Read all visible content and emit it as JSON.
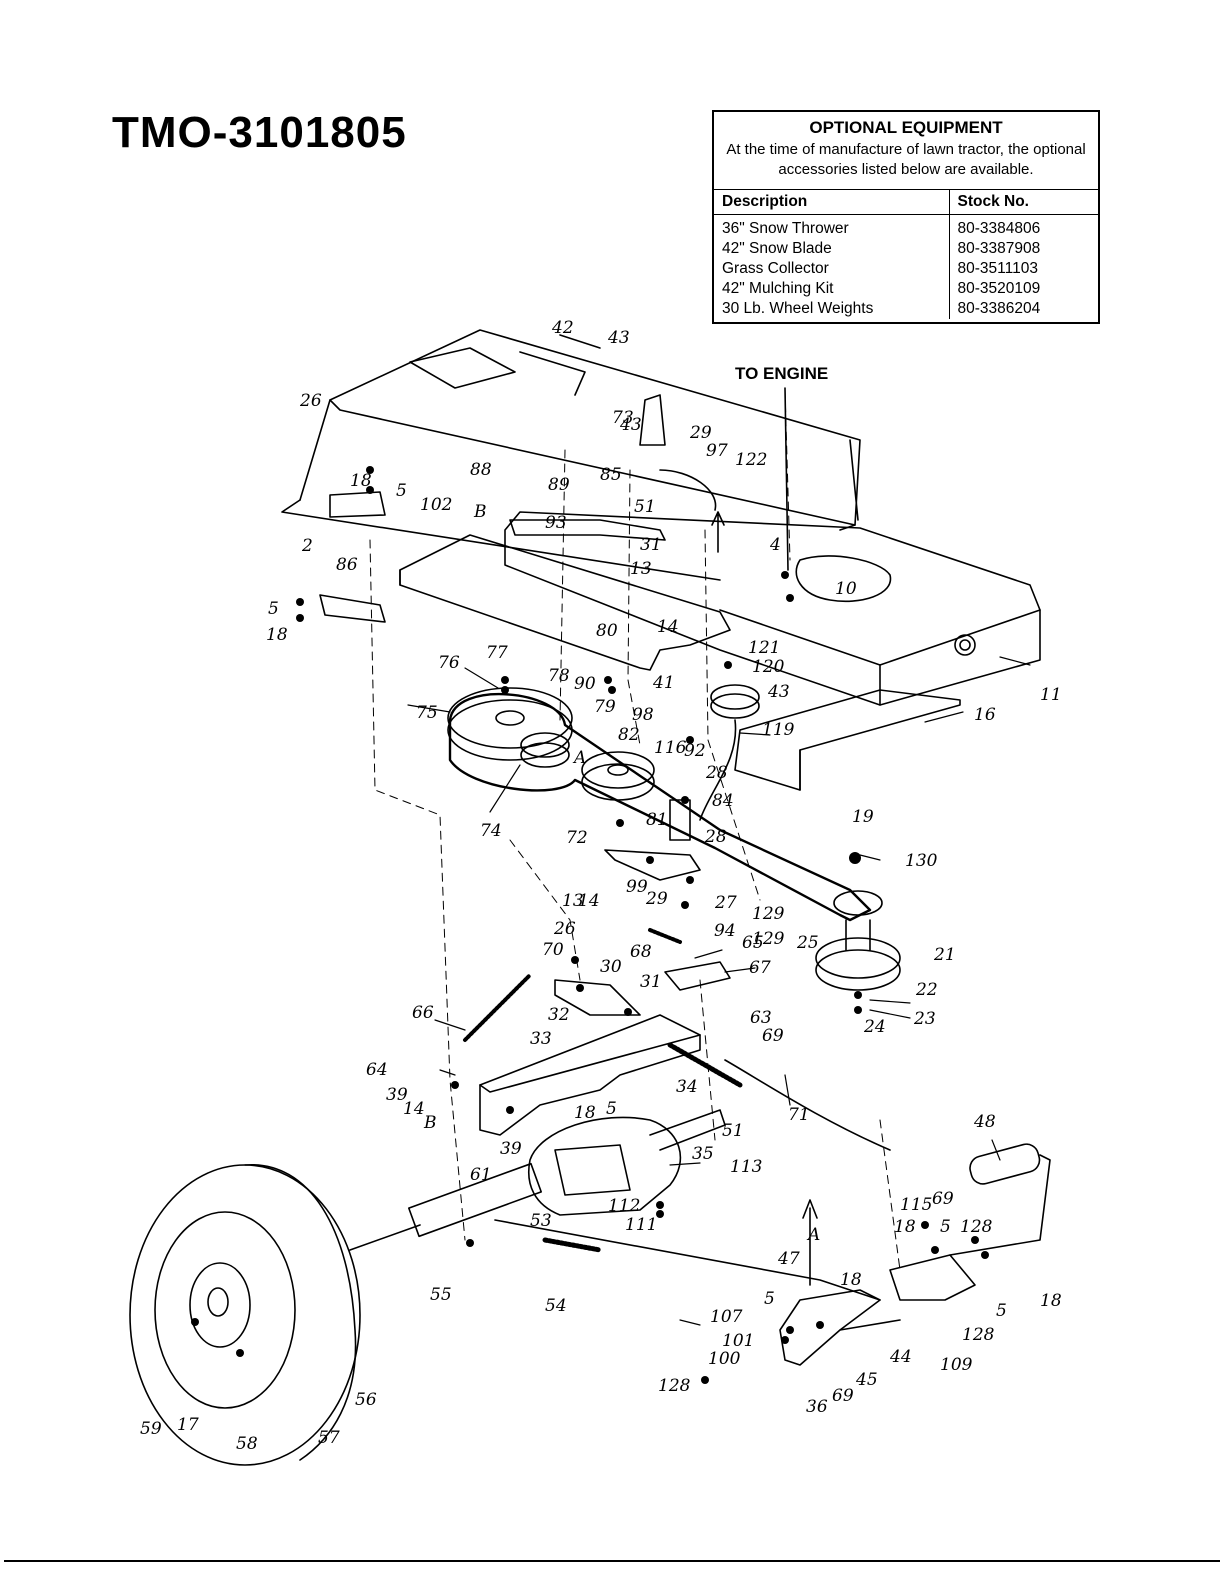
{
  "model_number": "TMO-3101805",
  "optional_equipment": {
    "title": "OPTIONAL EQUIPMENT",
    "note": "At the time of manufacture of lawn tractor, the optional accessories listed below are available.",
    "columns": [
      "Description",
      "Stock No."
    ],
    "rows": [
      {
        "description": "36\" Snow Thrower",
        "stock": "80-3384806"
      },
      {
        "description": "42\" Snow Blade",
        "stock": "80-3387908"
      },
      {
        "description": "Grass Collector",
        "stock": "80-3511103"
      },
      {
        "description": "42\" Mulching Kit",
        "stock": "80-3520109"
      },
      {
        "description": "30 Lb. Wheel Weights",
        "stock": "80-3386204"
      }
    ]
  },
  "to_engine_label": "TO ENGINE",
  "callouts": [
    "42",
    "43",
    "26",
    "88",
    "43",
    "73",
    "29",
    "97",
    "122",
    "18",
    "5",
    "89",
    "85",
    "51",
    "102",
    "B",
    "2",
    "93",
    "31",
    "13",
    "4",
    "10",
    "86",
    "14",
    "11",
    "5",
    "18",
    "80",
    "77",
    "76",
    "78",
    "90",
    "41",
    "121",
    "120",
    "43",
    "16",
    "75",
    "79",
    "98",
    "82",
    "116",
    "92",
    "119",
    "A",
    "28",
    "84",
    "74",
    "72",
    "81",
    "28",
    "19",
    "130",
    "99",
    "13",
    "14",
    "29",
    "27",
    "129",
    "129",
    "94",
    "65",
    "25",
    "21",
    "26",
    "70",
    "30",
    "68",
    "67",
    "31",
    "22",
    "24",
    "23",
    "66",
    "32",
    "63",
    "69",
    "33",
    "34",
    "64",
    "39",
    "14",
    "18",
    "5",
    "71",
    "B",
    "39",
    "51",
    "35",
    "113",
    "48",
    "61",
    "112",
    "111",
    "115",
    "69",
    "53",
    "18",
    "5",
    "128",
    "18",
    "55",
    "54",
    "47",
    "18",
    "5",
    "5",
    "128",
    "107",
    "109",
    "101",
    "100",
    "45",
    "44",
    "128",
    "69",
    "36",
    "59",
    "17",
    "58",
    "57",
    "56",
    "A"
  ]
}
